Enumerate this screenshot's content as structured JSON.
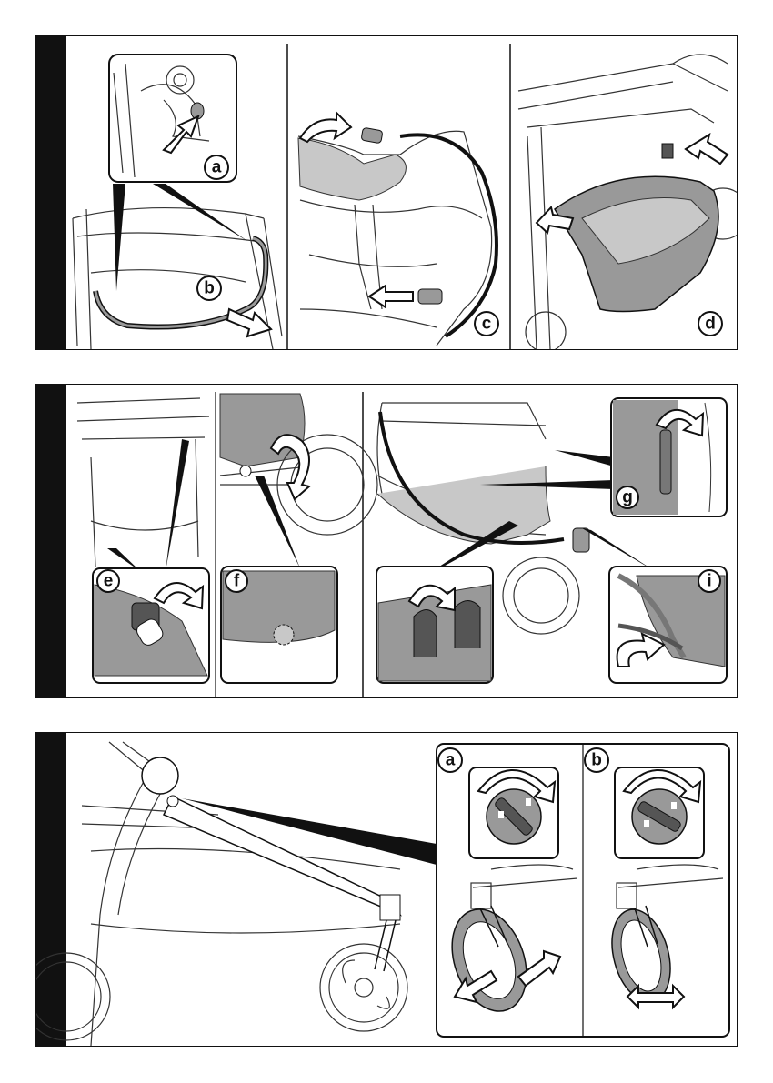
{
  "panels": [
    {
      "id": "step-1",
      "labels": [
        "a",
        "b",
        "c",
        "d"
      ]
    },
    {
      "id": "step-2",
      "labels": [
        "e",
        "f",
        "g",
        "i"
      ]
    },
    {
      "id": "step-3",
      "labels": [
        "a",
        "b"
      ]
    }
  ],
  "colors": {
    "ink": "#111111",
    "fabric": "#999999",
    "fabric_light": "#c8c8c8",
    "arrow_fill": "#ffffff"
  }
}
